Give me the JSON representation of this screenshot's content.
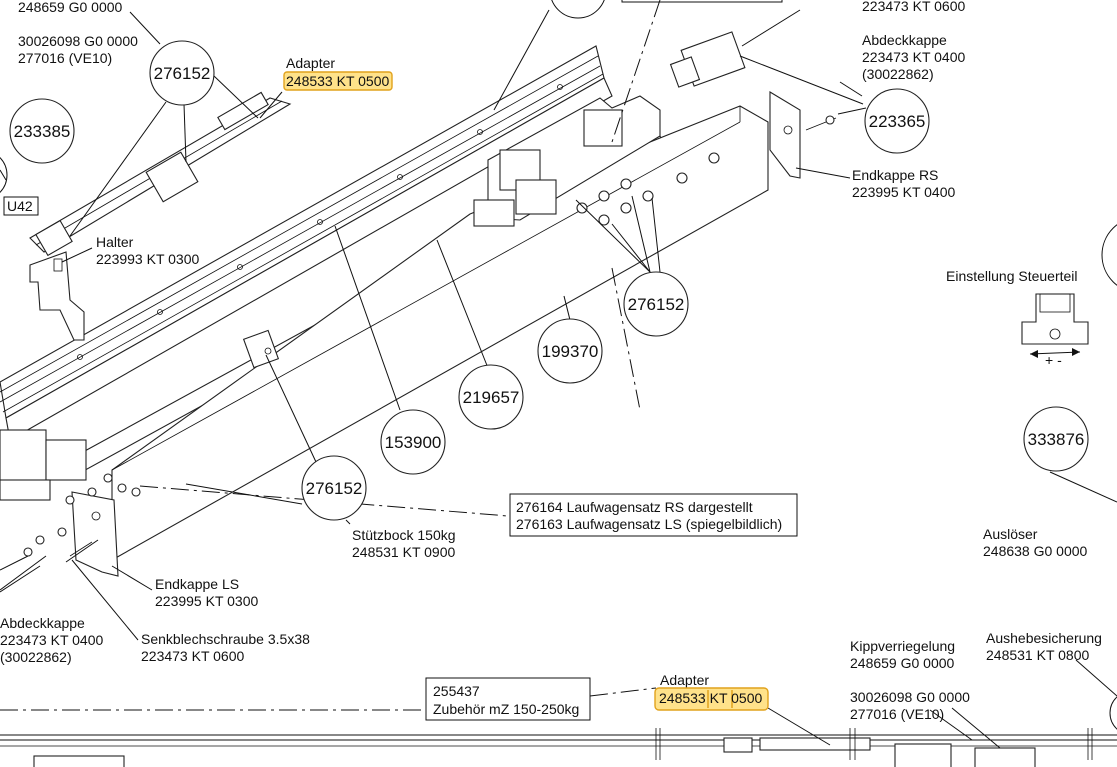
{
  "part_numbers": {
    "p1": "276152",
    "p2": "233385",
    "p3": "153900",
    "p4": "219657",
    "p5": "199370",
    "p6": "276152",
    "p7": "276152",
    "p8": "223365",
    "p9": "333876"
  },
  "labels": {
    "top_left_1": "248659 G0 0000",
    "top_left_2": "30026098 G0 0000",
    "top_left_3": "277016 (VE10)",
    "adapter_top_title": "Adapter",
    "adapter_top_code": "248533 KT 0500",
    "u42": "U42",
    "halter_title": "Halter",
    "halter_code": "223993 KT 0300",
    "top_right_code": "223473 KT 0600",
    "abdeckkappe_right_title": "Abdeckkappe",
    "abdeckkappe_right_code": "223473 KT 0400",
    "abdeckkappe_right_ref": "(30022862)",
    "endkappe_rs_title": "Endkappe RS",
    "endkappe_rs_code": "223995 KT 0400",
    "einstellung": "Einstellung Steuerteil",
    "plus_minus": "+ -",
    "laufwagen_rs": "276164 Laufwagensatz RS dargestellt",
    "laufwagen_ls": "276163 Laufwagensatz LS (spiegelbildlich)",
    "stuetzbock_title": "Stützbock 150kg",
    "stuetzbock_code": "248531 KT 0900",
    "endkappe_ls_title": "Endkappe LS",
    "endkappe_ls_code": "223995 KT 0300",
    "abdeckkappe_left_title": "Abdeckkappe",
    "abdeckkappe_left_code": "223473 KT 0400",
    "abdeckkappe_left_ref": "(30022862)",
    "senkblech_title": "Senkblechschraube 3.5x38",
    "senkblech_code": "223473 KT 0600",
    "ausloeser_title": "Auslöser",
    "ausloeser_code": "248638 G0 0000",
    "kipp_title": "Kippverriegelung",
    "kipp_code": "248659 G0 0000",
    "bottom_code_1": "30026098 G0 0000",
    "bottom_code_2": "277016 (VE10)",
    "aushebe_title": "Aushebesicherung",
    "aushebe_code": "248531 KT 0800",
    "zubehoer_code": "255437",
    "zubehoer_text": "Zubehör mZ 150-250kg",
    "adapter_bottom_title": "Adapter",
    "adapter_bottom_code": "248533 KT 0500"
  },
  "colors": {
    "highlight_fill": "#ffe28a",
    "highlight_stroke": "#e1a21c",
    "line": "#111111"
  }
}
